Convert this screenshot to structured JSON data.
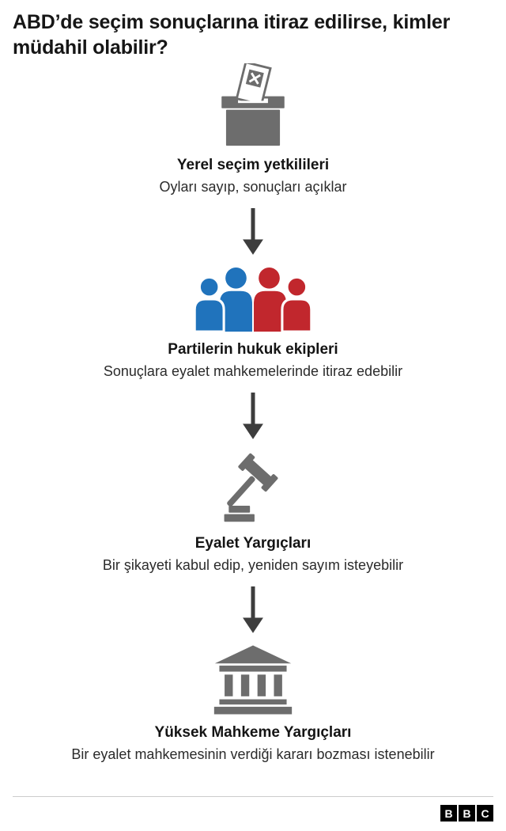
{
  "title": "ABD’de seçim sonuçlarına itiraz edilirse, kimler müdahil olabilir?",
  "steps": [
    {
      "icon": "ballot-box-icon",
      "heading": "Yerel seçim yetkilileri",
      "description": "Oyları sayıp, sonuçları açıklar"
    },
    {
      "icon": "party-lawyers-icon",
      "heading": "Partilerin hukuk ekipleri",
      "description": "Sonuçlara eyalet mahkemelerinde itiraz edebilir"
    },
    {
      "icon": "gavel-icon",
      "heading": "Eyalet Yargıçları",
      "description": "Bir şikayeti kabul edip, yeniden sayım isteyebilir"
    },
    {
      "icon": "courthouse-icon",
      "heading": "Yüksek Mahkeme Yargıçları",
      "description": "Bir eyalet mahkemesinin verdiği kararı bozması istenebilir"
    }
  ],
  "footer": {
    "logo": "BBC",
    "logo_letters": [
      "B",
      "B",
      "C"
    ]
  },
  "colors": {
    "icon-gray": "#6d6d6d",
    "party-blue": "#2073bc",
    "party-red": "#c1272d",
    "arrow": "#3d3d3d"
  }
}
